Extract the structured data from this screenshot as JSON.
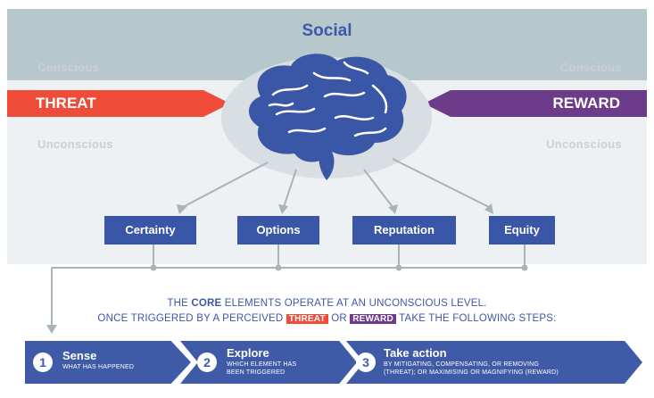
{
  "header": {
    "title": "Social"
  },
  "labels": {
    "conscious_left": "Conscious",
    "conscious_right": "Conscious",
    "unconscious_left": "Unconscious",
    "unconscious_right": "Unconscious"
  },
  "banners": {
    "threat": "THREAT",
    "reward": "REWARD"
  },
  "elements": [
    "Certainty",
    "Options",
    "Reputation",
    "Equity"
  ],
  "note": {
    "line1_a": "THE ",
    "line1_core": "CORE",
    "line1_b": " ELEMENTS OPERATE AT AN UNCONSCIOUS LEVEL.",
    "line2_a": "ONCE TRIGGERED BY A PERCEIVED ",
    "line2_threat": "THREAT",
    "line2_or": " OR ",
    "line2_reward": "REWARD",
    "line2_b": " TAKE THE FOLLOWING STEPS:"
  },
  "steps": [
    {
      "num": "1",
      "title": "Sense",
      "sub1": "WHAT HAS HAPPENED",
      "sub2": ""
    },
    {
      "num": "2",
      "title": "Explore",
      "sub1": "WHICH ELEMENT HAS",
      "sub2": "BEEN TRIGGERED"
    },
    {
      "num": "3",
      "title": "Take action",
      "sub1": "BY MITIGATING, COMPENSATING, OR REMOVING",
      "sub2": "(THREAT); OR MAXIMISING OR MAGNIFYING (REWARD)"
    }
  ],
  "colors": {
    "threat": "#ee4c39",
    "reward": "#6c3c8a",
    "brand": "#3a56a6"
  },
  "icons": {
    "brain": "brain-icon"
  }
}
